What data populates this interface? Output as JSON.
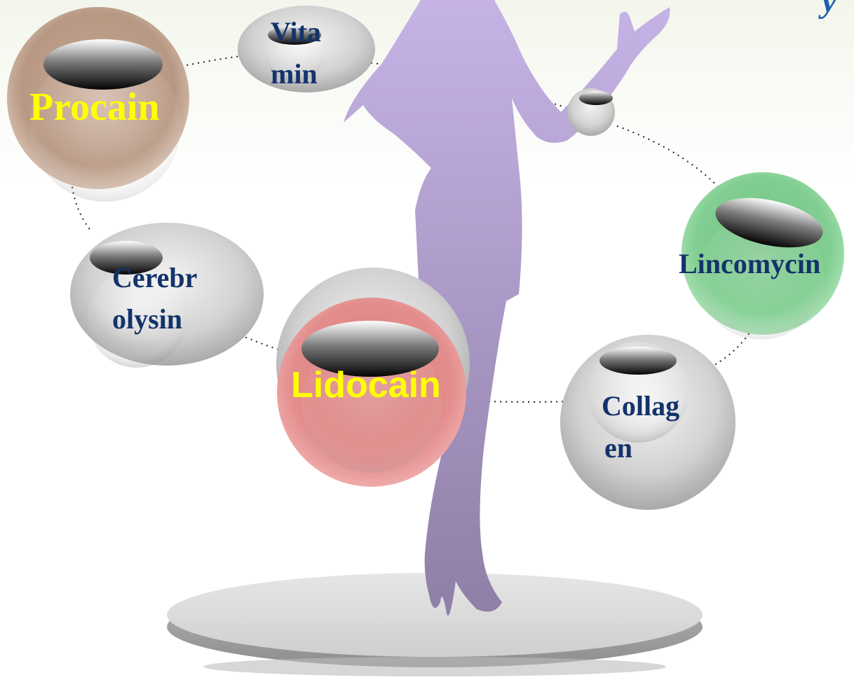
{
  "header": {
    "fragment": "y"
  },
  "bubbles": {
    "procain": "Procain",
    "vitamin_line1": "Vita",
    "vitamin_line2": "min",
    "cerebrolysin_line1": "Cerebr",
    "cerebrolysin_line2": "olysin",
    "lidocain": "Lidocain",
    "lincomycin": "Lincomycin",
    "collagen_line1": "Collag",
    "collagen_line2": "en"
  },
  "colors": {
    "procain_bubble": "#c9a88e",
    "lidocain_bubble": "#e98a8a",
    "lincomycin_bubble": "#7fc98e",
    "gray_bubble": "#c9c9c9",
    "silhouette": "#b7a4d8",
    "label_navy": "#13336b",
    "label_yellow": "#ffff00",
    "header_blue": "#1f5fb0"
  }
}
